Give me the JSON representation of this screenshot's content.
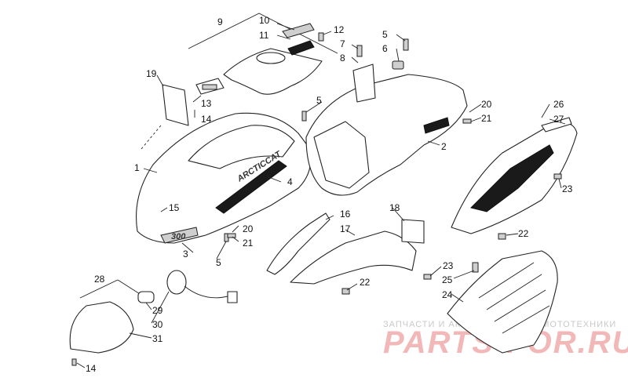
{
  "callouts": [
    {
      "id": "c1",
      "text": "1"
    },
    {
      "id": "c2",
      "text": "2"
    },
    {
      "id": "c3",
      "text": "3"
    },
    {
      "id": "c4",
      "text": "4"
    },
    {
      "id": "c5a",
      "text": "5"
    },
    {
      "id": "c5b",
      "text": "5"
    },
    {
      "id": "c5c",
      "text": "5"
    },
    {
      "id": "c6",
      "text": "6"
    },
    {
      "id": "c7",
      "text": "7"
    },
    {
      "id": "c8",
      "text": "8"
    },
    {
      "id": "c9",
      "text": "9"
    },
    {
      "id": "c10",
      "text": "10"
    },
    {
      "id": "c11",
      "text": "11"
    },
    {
      "id": "c12",
      "text": "12"
    },
    {
      "id": "c13",
      "text": "13"
    },
    {
      "id": "c14a",
      "text": "14"
    },
    {
      "id": "c14b",
      "text": "14"
    },
    {
      "id": "c15",
      "text": "15"
    },
    {
      "id": "c16",
      "text": "16"
    },
    {
      "id": "c17",
      "text": "17"
    },
    {
      "id": "c18",
      "text": "18"
    },
    {
      "id": "c19",
      "text": "19"
    },
    {
      "id": "c20a",
      "text": "20"
    },
    {
      "id": "c20b",
      "text": "20"
    },
    {
      "id": "c21a",
      "text": "21"
    },
    {
      "id": "c21b",
      "text": "21"
    },
    {
      "id": "c22a",
      "text": "22"
    },
    {
      "id": "c22b",
      "text": "22"
    },
    {
      "id": "c23a",
      "text": "23"
    },
    {
      "id": "c23b",
      "text": "23"
    },
    {
      "id": "c24",
      "text": "24"
    },
    {
      "id": "c25",
      "text": "25"
    },
    {
      "id": "c26",
      "text": "26"
    },
    {
      "id": "c27",
      "text": "27"
    },
    {
      "id": "c28",
      "text": "28"
    },
    {
      "id": "c29",
      "text": "29"
    },
    {
      "id": "c30",
      "text": "30"
    },
    {
      "id": "c31",
      "text": "31"
    }
  ],
  "decals": {
    "brand_text": "ARCTICCAT",
    "model_text": "300"
  },
  "watermark": {
    "tagline": "ЗАПЧАСТИ И АКСЕССУАРЫ ДЛЯ МОТОТЕХНИКИ",
    "logo": "PARTS-FOR.RU",
    "color": "#f2b8b8"
  }
}
